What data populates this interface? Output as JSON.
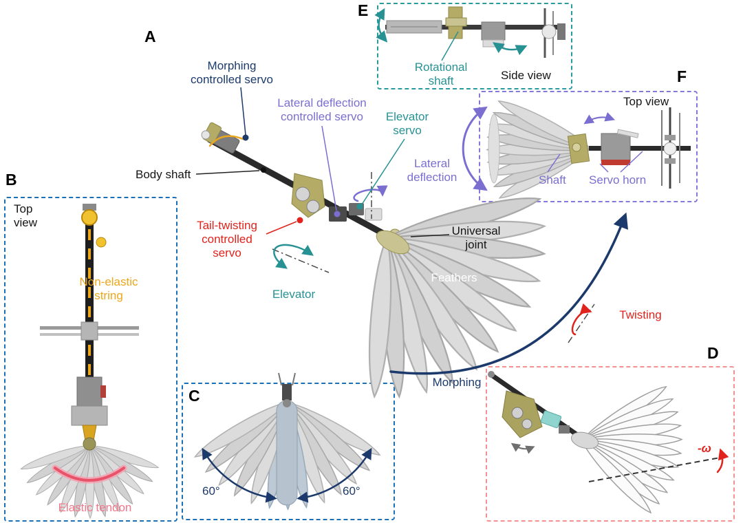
{
  "colors": {
    "navy": "#1b3a6b",
    "teal": "#279193",
    "purple": "#7a6fd0",
    "red": "#e0231c",
    "yellow": "#eda71d",
    "pink": "#f3788a",
    "blue_border": "#1a6fb5",
    "teal_border": "#2a9b9d",
    "purple_border": "#8279d8",
    "coral_border": "#f2918f"
  },
  "panels": {
    "a": {
      "letter": "A",
      "labels": {
        "morphing_servo": "Morphing\ncontrolled servo",
        "body_shaft": "Body shaft",
        "lateral_servo": "Lateral deflection\ncontrolled servo",
        "elevator_servo": "Elevator\nservo",
        "lateral_deflection": "Lateral\ndeflection",
        "tail_twisting_servo": "Tail-twisting\ncontrolled\nservo",
        "universal_joint": "Universal\njoint",
        "feathers": "Feathers",
        "elevator": "Elevator",
        "morphing": "Morphing",
        "twisting": "Twisting"
      }
    },
    "b": {
      "letter": "B",
      "labels": {
        "view": "Top\nview",
        "non_elastic_string": "Non-elastic\nstring",
        "elastic_tendon": "Elastic tendon"
      }
    },
    "c": {
      "letter": "C",
      "labels": {
        "angle_left": "60°",
        "angle_right": "60°"
      }
    },
    "d": {
      "letter": "D",
      "labels": {
        "omega": "-ω"
      }
    },
    "e": {
      "letter": "E",
      "labels": {
        "rotational_shaft": "Rotational\nshaft",
        "view": "Side view"
      }
    },
    "f": {
      "letter": "F",
      "labels": {
        "view": "Top view",
        "shaft": "Shaft",
        "servo_horn": "Servo horn"
      }
    }
  }
}
